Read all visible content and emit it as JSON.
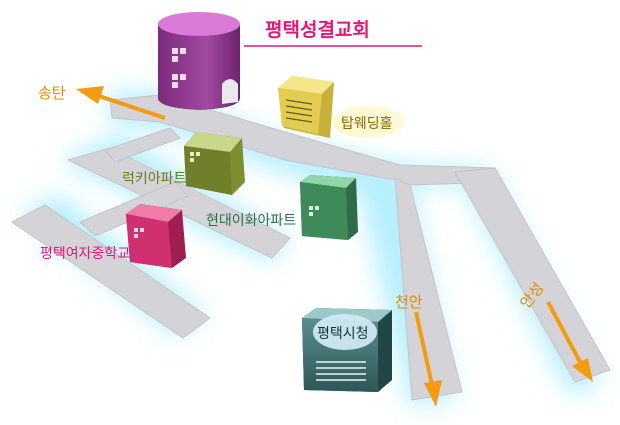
{
  "title": "평택성결교회",
  "landmarks": {
    "tower_hall": "탑웨딩홀",
    "lucky_apt": "럭키아파트",
    "hyundai_apt": "현대이화아파트",
    "girls_school": "평택여자중학교",
    "city_hall": "평택시청"
  },
  "directions": {
    "songtan": "송탄",
    "cheonan": "천안",
    "anseong": "안성"
  },
  "colors": {
    "road": "#d5d5d9",
    "road_glow": "#bff2ff",
    "arrow": "#f39c12",
    "title": "#e4177a",
    "church": "#9c3d9a",
    "tower_hall": "#e8d35a",
    "lucky": "#a8bd5c",
    "hyundai": "#3f8a5b",
    "school": "#e0407f",
    "city_hall": "#3d6b6b"
  }
}
